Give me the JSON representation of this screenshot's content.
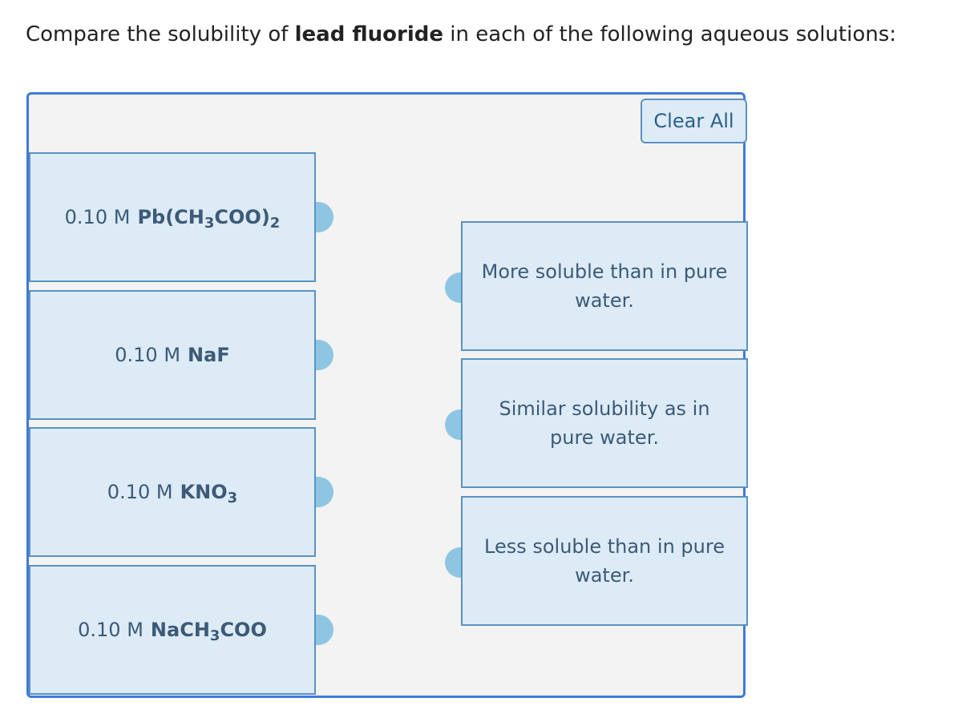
{
  "question": {
    "prefix": "Compare the solubility of ",
    "compound": "lead fluoride",
    "suffix": " in each of the following aqueous solutions:"
  },
  "clear_all_label": "Clear All",
  "items": [
    {
      "concentration": "0.10 M",
      "formula_parts": [
        "Pb(CH",
        "3",
        "COO)",
        "2"
      ]
    },
    {
      "concentration": "0.10 M",
      "formula_parts": [
        "NaF"
      ]
    },
    {
      "concentration": "0.10 M",
      "formula_parts": [
        "KNO",
        "3"
      ]
    },
    {
      "concentration": "0.10 M",
      "formula_parts": [
        "NaCH",
        "3",
        "COO"
      ]
    }
  ],
  "targets": [
    {
      "label": "More soluble than in pure water."
    },
    {
      "label": "Similar solubility as in pure water."
    },
    {
      "label": "Less soluble than in pure water."
    }
  ],
  "colors": {
    "panel_border": "#3f7ad6",
    "panel_bg": "#f3f3f3",
    "box_bg": "#dcebf6",
    "box_border": "#5b92c2",
    "knob": "#8ec5e3",
    "text": "#3d5a78"
  }
}
